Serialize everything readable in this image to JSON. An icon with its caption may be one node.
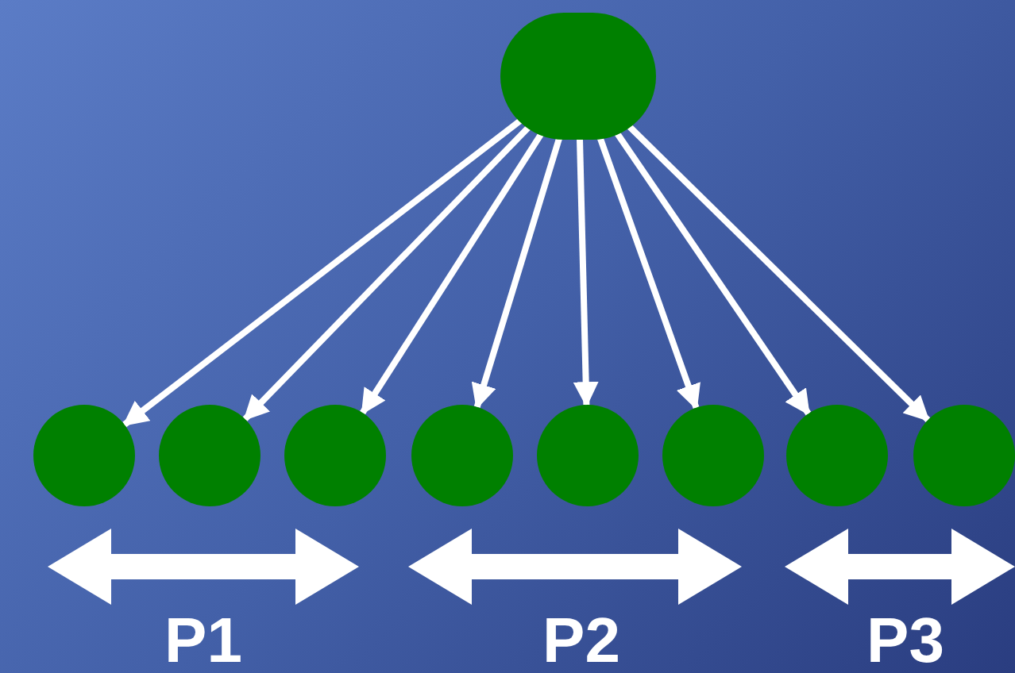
{
  "diagram": {
    "nodes": [
      {
        "text": [],
        "shape": "circle"
      },
      {
        "text": [],
        "shape": "circle"
      },
      {
        "text": [],
        "shape": "circle"
      },
      {
        "text": [],
        "shape": "circle"
      },
      {
        "text": [],
        "shape": "circle"
      },
      {
        "text": [],
        "shape": "circle"
      },
      {
        "text": [],
        "shape": "circle"
      },
      {
        "text": [],
        "shape": "circle"
      },
      {
        "text": [],
        "shape": "circle"
      }
    ],
    "edges": [
      {
        "from": 0,
        "to": 1,
        "arrow": "to"
      },
      {
        "from": 0,
        "to": 2,
        "arrow": "to"
      },
      {
        "from": 0,
        "to": 3,
        "arrow": "to"
      },
      {
        "from": 0,
        "to": 4,
        "arrow": "to"
      },
      {
        "from": 0,
        "to": 5,
        "arrow": "to"
      },
      {
        "from": 0,
        "to": 6,
        "arrow": "to"
      },
      {
        "from": 0,
        "to": 7,
        "arrow": "to"
      },
      {
        "from": 0,
        "to": 8,
        "arrow": "to"
      }
    ],
    "labels": [
      "P1",
      "P2",
      "P3"
    ]
  }
}
